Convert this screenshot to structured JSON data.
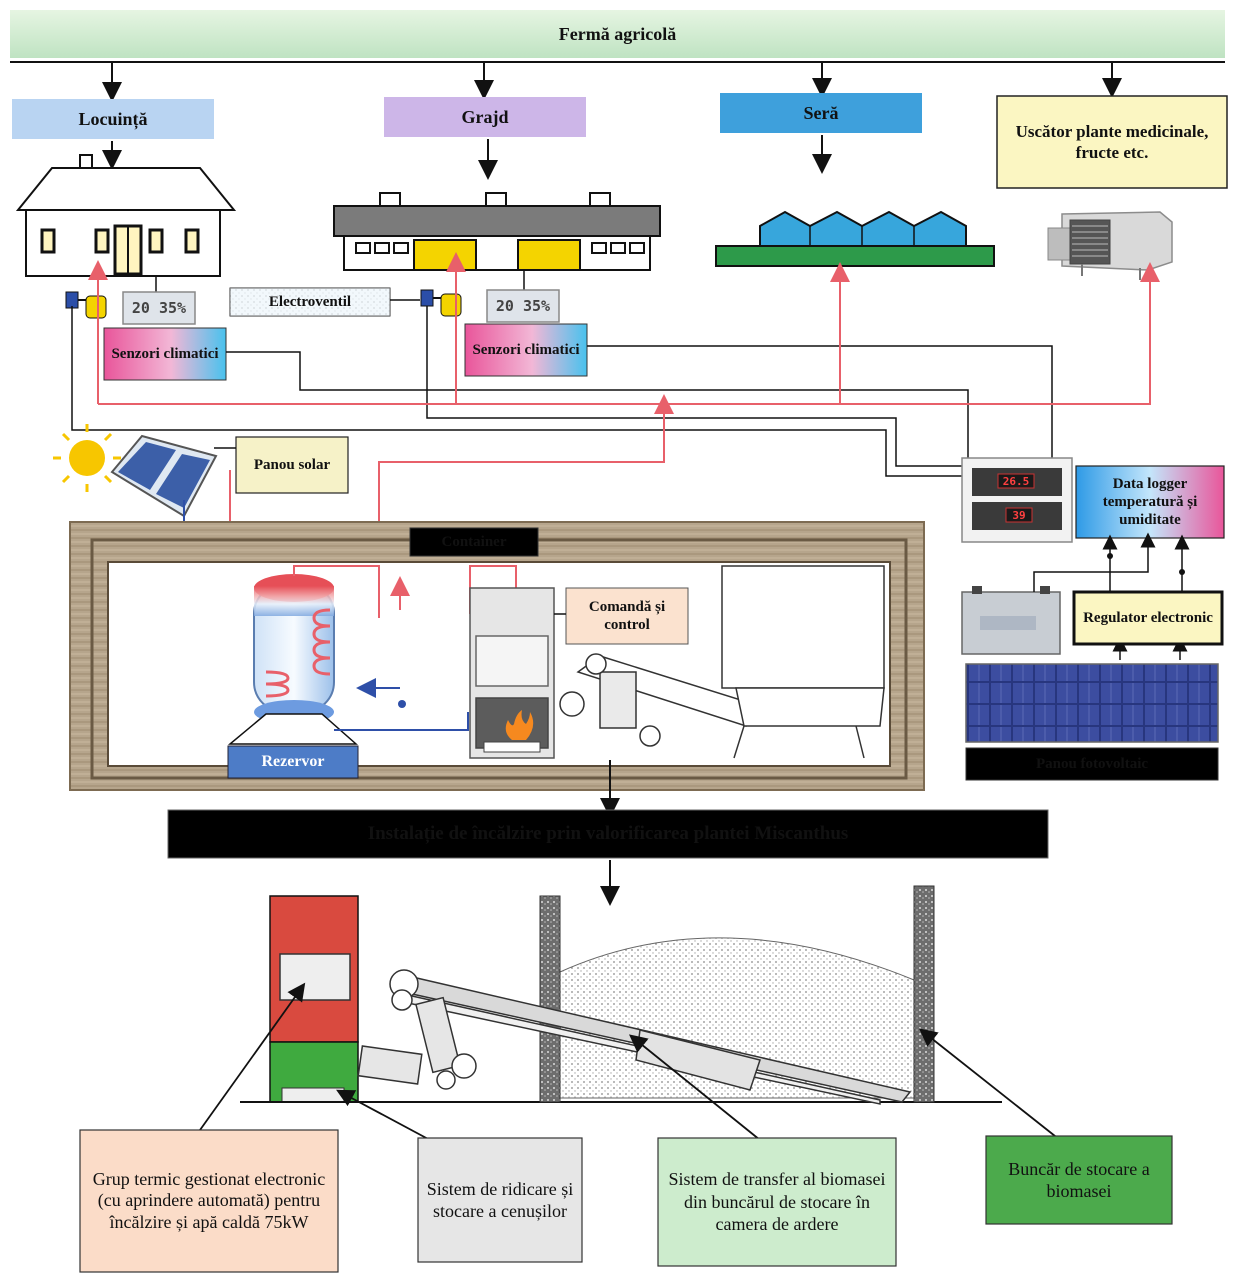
{
  "title": "Fermă agricolă",
  "consumers": {
    "house": "Locuință",
    "stable": "Grajd",
    "greenhouse": "Seră",
    "dryer": "Uscător plante medicinale, fructe etc."
  },
  "devices": {
    "electrovalve": "Electroventil",
    "sensors_1": "Senzori climatici",
    "sensors_2": "Senzori climatici",
    "thermo_reading_1": "20 35%",
    "thermo_reading_2": "20 35%",
    "solar_panel": "Panou solar",
    "data_logger": "Data logger temperatură și umiditate",
    "logger_display_1": "26.5",
    "logger_display_2": "39",
    "regulator": "Regulator electronic",
    "pv_panel": "Panou fotovoltaic"
  },
  "container": {
    "label": "Container",
    "control": "Comandă și control",
    "tank": "Rezervor"
  },
  "installation": "Instalație de încălzire prin valorificarea plantei Miscanthus",
  "components": {
    "thermal_group": "Grup termic gestionat electronic (cu aprindere automată) pentru încălzire și apă caldă 75kW",
    "ash_system": "Sistem de ridicare și stocare a cenușilor",
    "transfer_system": "Sistem de transfer al biomasei din buncărul de stocare în camera de ardere",
    "storage_bunker": "Buncăr de stocare a biomasei"
  },
  "colors": {
    "title_bar": "#cfe9cf",
    "house_label": "#b9d4f2",
    "stable_label": "#cdb6e8",
    "greenhouse_label": "#3ea0dc",
    "dryer_label": "#fbf6c2",
    "sensors": "#e9559a",
    "hot_pipe": "#e8606a",
    "cold_pipe": "#2e4fa8",
    "solar_label": "#f6f2c8",
    "control_label": "#fbe2cf",
    "tank_label": "#4d7cc7",
    "thermal_label": "#fbdcc8",
    "ash_label": "#e6e6e6",
    "transfer_label": "#cdeccd",
    "bunker_label": "#4caa4c",
    "boiler_top": "#d94a3f",
    "boiler_bottom": "#3faa3f"
  }
}
